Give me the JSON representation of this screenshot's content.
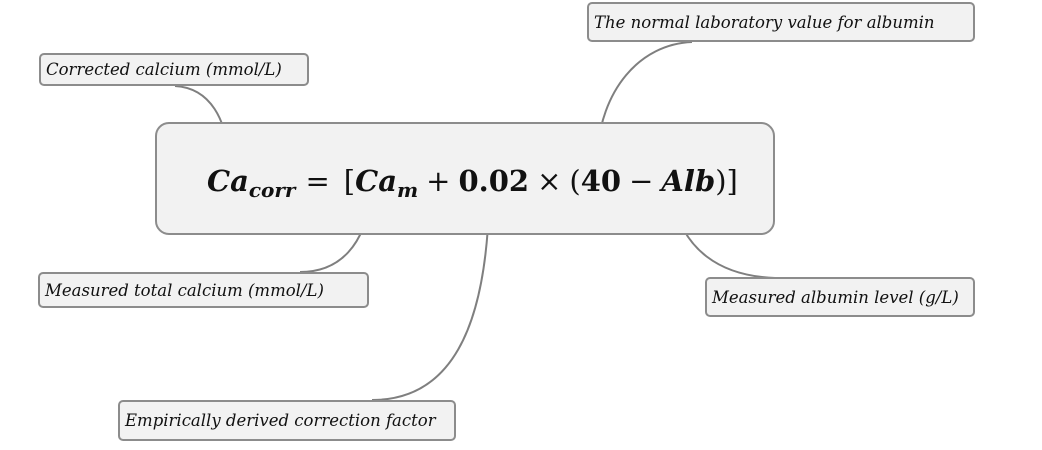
{
  "formula": {
    "lhs_var": "Ca",
    "lhs_sub": "corr",
    "equals": "=",
    "open_bracket": "[",
    "ca_var": "Ca",
    "ca_sub": "m",
    "plus": "+",
    "factor": "0.02",
    "times": "×",
    "open_paren": "(",
    "normal_value": "40",
    "minus": "−",
    "alb_var": "Alb",
    "close": ")]"
  },
  "callouts": {
    "corrected_calcium": "Corrected calcium (mmol/L)",
    "normal_albumin": "The normal laboratory value for albumin",
    "measured_calcium": "Measured total calcium (mmol/L)",
    "measured_albumin": "Measured albumin level (g/L)",
    "correction_factor": "Empirically derived correction factor"
  },
  "colors": {
    "box_fill": "#f2f2f2",
    "box_border": "#8c8c8c",
    "arrow": "#7f7f7f",
    "text": "#111111"
  }
}
